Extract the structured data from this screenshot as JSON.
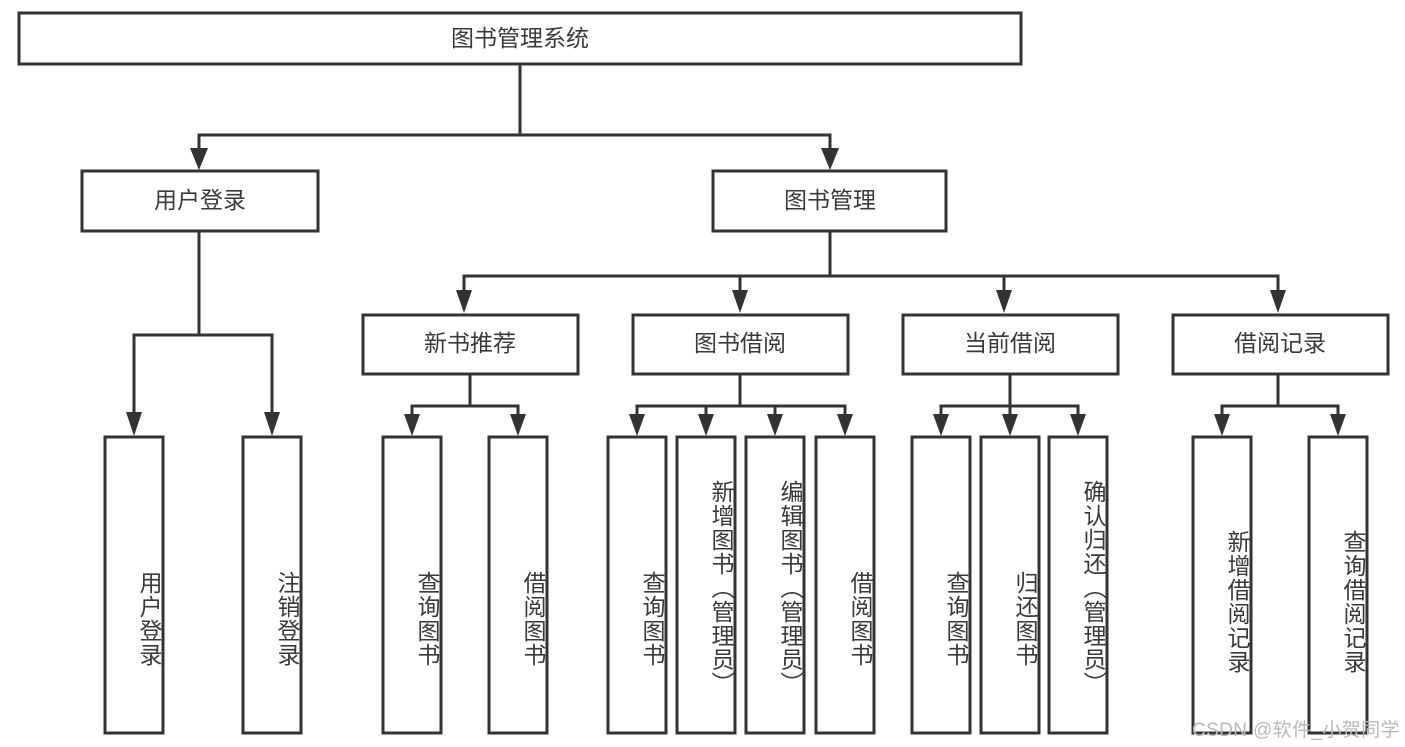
{
  "diagram": {
    "title": "图书管理系统",
    "type": "hierarchy-tree",
    "root": {
      "id": "root",
      "label": "图书管理系统",
      "orientation": "horizontal"
    },
    "level2": [
      {
        "id": "user-login",
        "label": "用户登录",
        "orientation": "horizontal"
      },
      {
        "id": "book-management",
        "label": "图书管理",
        "orientation": "horizontal"
      }
    ],
    "level3": [
      {
        "id": "new-book-recommend",
        "label": "新书推荐",
        "orientation": "horizontal",
        "parent": "book-management"
      },
      {
        "id": "book-borrow",
        "label": "图书借阅",
        "orientation": "horizontal",
        "parent": "book-management"
      },
      {
        "id": "current-borrow",
        "label": "当前借阅",
        "orientation": "horizontal",
        "parent": "book-management"
      },
      {
        "id": "borrow-record",
        "label": "借阅记录",
        "orientation": "horizontal",
        "parent": "book-management"
      }
    ],
    "leaves": [
      {
        "id": "leaf-user-login",
        "label": "用户登录",
        "orientation": "vertical",
        "parent": "user-login"
      },
      {
        "id": "leaf-logout-login",
        "label": "注销登录",
        "orientation": "vertical",
        "parent": "user-login"
      },
      {
        "id": "leaf-query-book-1",
        "label": "查询图书",
        "orientation": "vertical",
        "parent": "new-book-recommend"
      },
      {
        "id": "leaf-borrow-book-1",
        "label": "借阅图书",
        "orientation": "vertical",
        "parent": "new-book-recommend"
      },
      {
        "id": "leaf-query-book-2",
        "label": "查询图书",
        "orientation": "vertical",
        "parent": "book-borrow"
      },
      {
        "id": "leaf-add-book",
        "label": "新增图书（管理员）",
        "orientation": "vertical",
        "parent": "book-borrow"
      },
      {
        "id": "leaf-edit-book",
        "label": "编辑图书（管理员）",
        "orientation": "vertical",
        "parent": "book-borrow"
      },
      {
        "id": "leaf-borrow-book-2",
        "label": "借阅图书",
        "orientation": "vertical",
        "parent": "book-borrow"
      },
      {
        "id": "leaf-query-book-3",
        "label": "查询图书",
        "orientation": "vertical",
        "parent": "current-borrow"
      },
      {
        "id": "leaf-return-book",
        "label": "归还图书",
        "orientation": "vertical",
        "parent": "current-borrow"
      },
      {
        "id": "leaf-confirm-return",
        "label": "确认归还（管理员）",
        "orientation": "vertical",
        "parent": "current-borrow"
      },
      {
        "id": "leaf-add-record",
        "label": "新增借阅记录",
        "orientation": "vertical",
        "parent": "borrow-record"
      },
      {
        "id": "leaf-query-record",
        "label": "查询借阅记录",
        "orientation": "vertical",
        "parent": "borrow-record"
      }
    ],
    "colors": {
      "box_stroke": "#333333",
      "box_fill": "#ffffff",
      "text": "#3a3a3a",
      "connector": "#333333",
      "watermark": "#b9b9b9",
      "background": "#ffffff"
    }
  },
  "watermark": {
    "text": "CSDN @软件_小贺同学"
  }
}
